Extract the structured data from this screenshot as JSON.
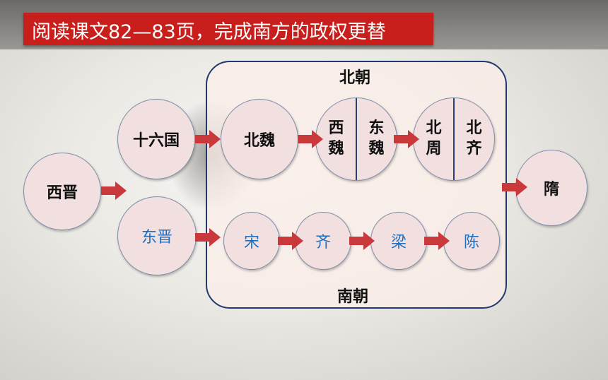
{
  "title": "阅读课文82—83页，完成南方的政权更替",
  "north_label": "北朝",
  "south_label": "南朝",
  "nodes": {
    "xijin": "西晋",
    "shiliuguo": "十六国",
    "dongjin": "东晋",
    "beiwei": "北魏",
    "xiwei": "西\n魏",
    "dongwei": "东\n魏",
    "beizhou": "北\n周",
    "beiqi": "北\n齐",
    "song": "宋",
    "qi": "齐",
    "liang": "梁",
    "chen": "陈",
    "sui": "隋"
  },
  "colors": {
    "title_bg": "#c81f1c",
    "arrow": "#c9383a",
    "node_fill": "#f2dfe0",
    "south_text": "#1e6fc0",
    "box_border": "#1f3a6e"
  }
}
